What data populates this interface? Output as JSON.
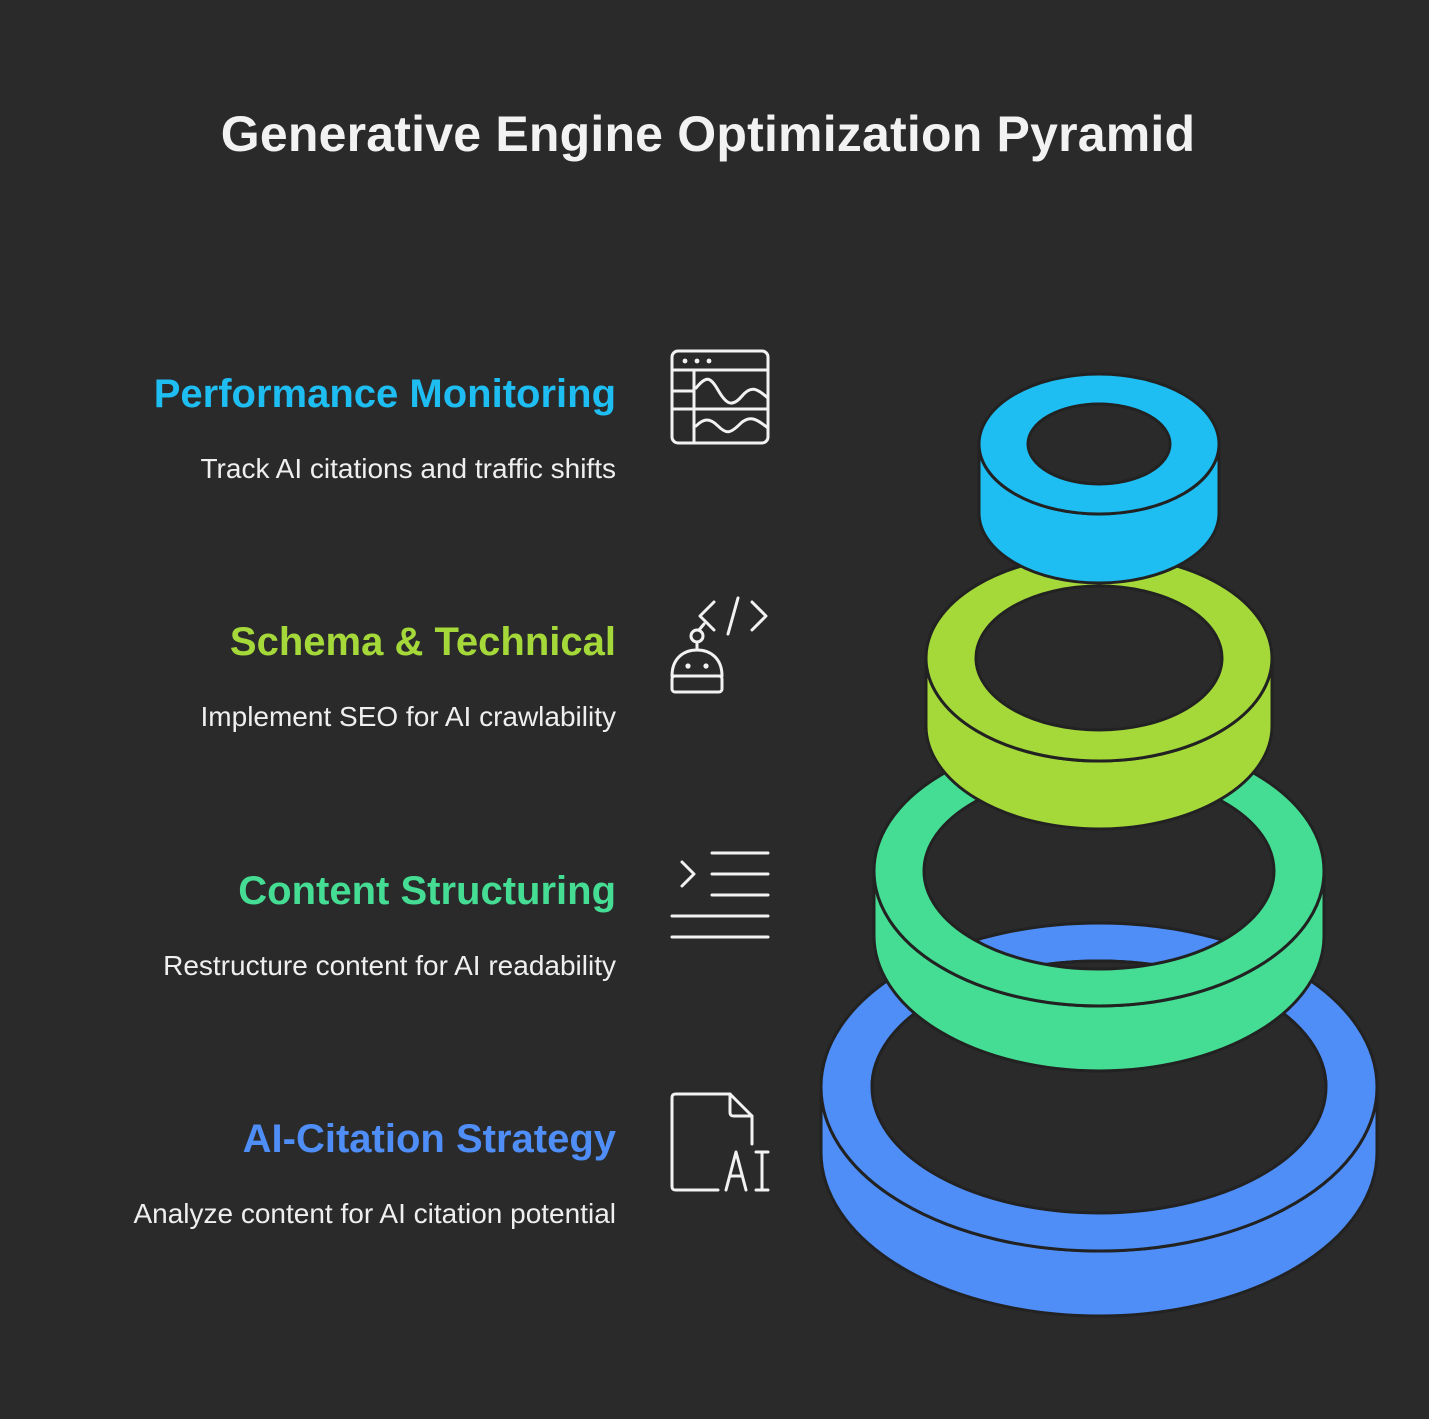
{
  "title": "Generative Engine Optimization Pyramid",
  "levels": [
    {
      "title": "Performance Monitoring",
      "description": "Track AI citations and traffic shifts",
      "color": "#1ebdf2",
      "icon": "dashboard-chart-icon"
    },
    {
      "title": "Schema & Technical",
      "description": "Implement SEO for AI crawlability",
      "color": "#a5d93a",
      "icon": "robot-code-icon"
    },
    {
      "title": "Content Structuring",
      "description": "Restructure content for AI readability",
      "color": "#45dd94",
      "icon": "indent-lines-icon"
    },
    {
      "title": "AI-Citation Strategy",
      "description": "Analyze content for AI citation potential",
      "color": "#4f8ef7",
      "icon": "ai-document-icon"
    }
  ],
  "colors": {
    "background": "#2a2a2a",
    "text": "#efefef",
    "outline": "#222222"
  }
}
